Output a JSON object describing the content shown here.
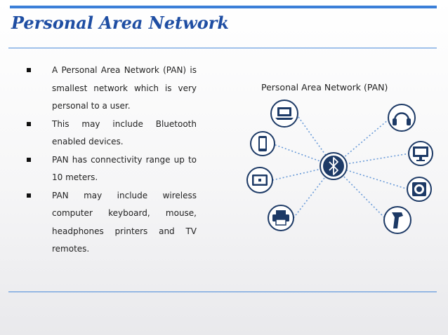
{
  "slide": {
    "title": "Personal Area Network",
    "bullets": [
      "A Personal Area Network (PAN) is smallest network which is very personal to a user.",
      "This may include Bluetooth enabled devices.",
      "PAN has connectivity range up to 10 meters.",
      "PAN may include wireless computer keyboard, mouse, headphones printers and TV remotes."
    ]
  },
  "diagram": {
    "title": "Personal Area Network (PAN)",
    "hub_icon": "bluetooth-icon",
    "left_devices": [
      "laptop-icon",
      "smartphone-icon",
      "tablet-icon",
      "printer-icon"
    ],
    "right_devices": [
      "headphones-icon",
      "monitor-icon",
      "speaker-icon",
      "barcode-scanner-icon"
    ],
    "colors": {
      "accent": "#3b7fd8",
      "title": "#1f4ea3",
      "hub": "#1d3a66",
      "device_border": "#1d3a66",
      "link": "#6a9bd8"
    }
  }
}
